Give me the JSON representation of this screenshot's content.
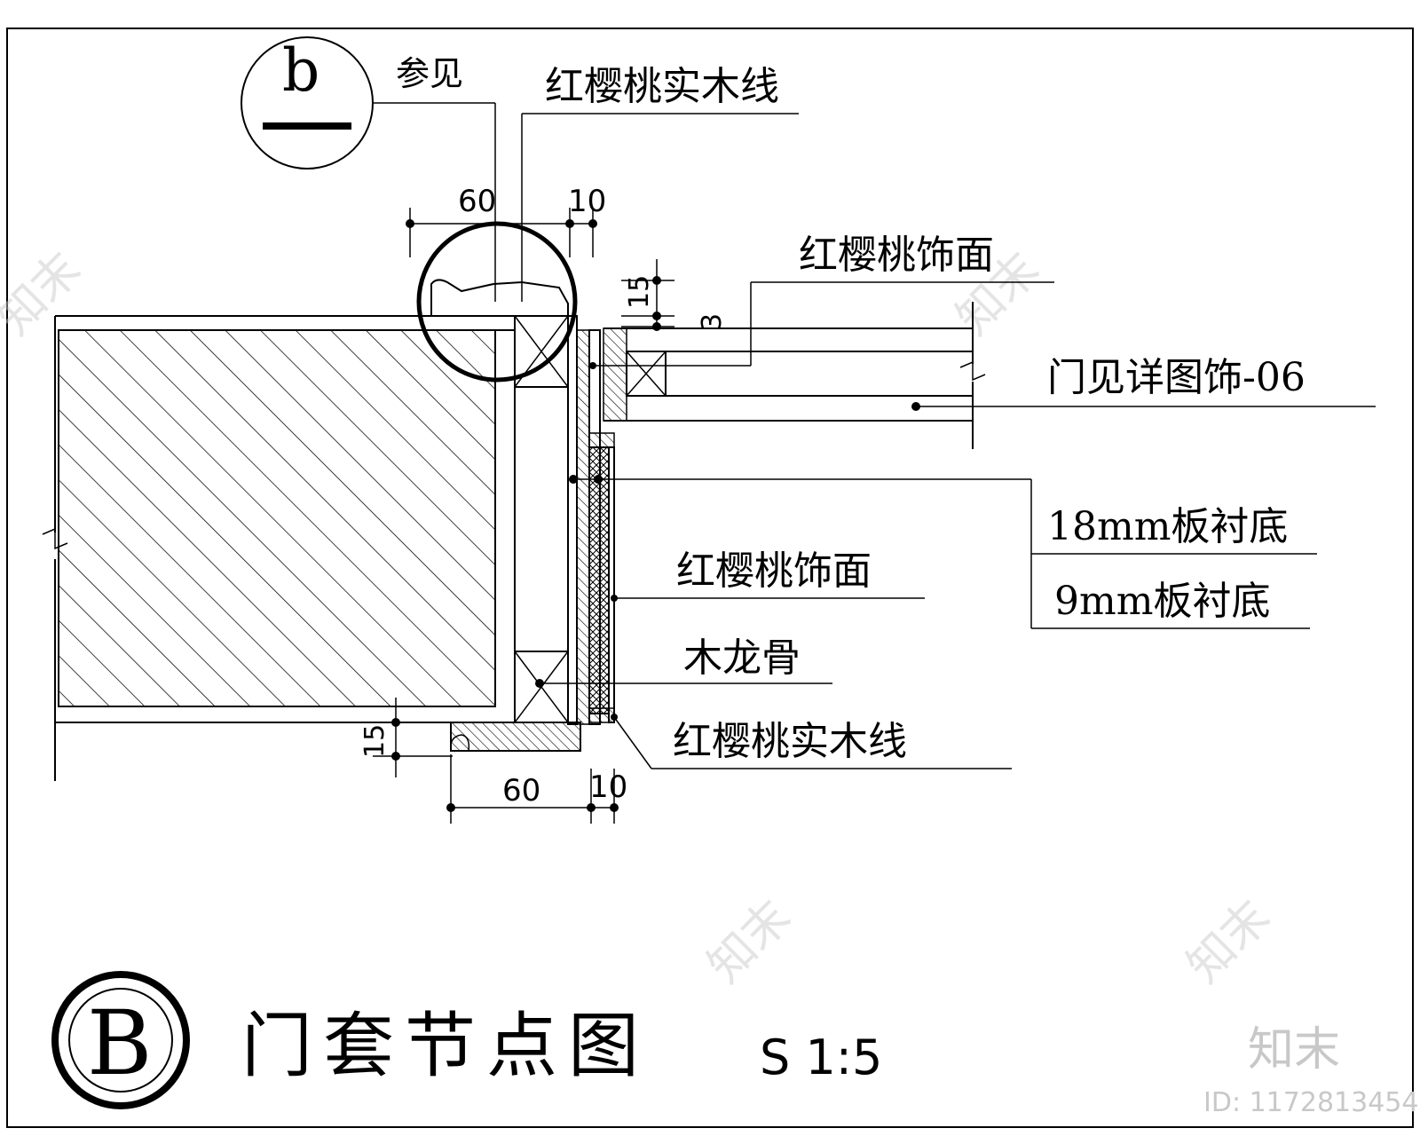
{
  "labels": {
    "ref_see": "参见",
    "solid_wood_line_top": "红樱桃实木线",
    "veneer_top": "红樱桃饰面",
    "door_detail_ref": "门见详图饰-06",
    "board_18mm": "18mm板衬底",
    "board_9mm": "9mm板衬底",
    "veneer_mid": "红樱桃饰面",
    "wood_keel": "木龙骨",
    "solid_wood_line_bottom": "红樱桃实木线"
  },
  "dimensions": {
    "top_60": "60",
    "top_10": "10",
    "top_15": "15",
    "top_3": "3",
    "bottom_60": "60",
    "bottom_10": "10",
    "bottom_15": "15"
  },
  "reference_symbol": {
    "letter": "b"
  },
  "title_block": {
    "index": "B",
    "title": "门套节点图",
    "scale": "S 1:5"
  },
  "watermark": {
    "brand": "知末",
    "id_text": "ID: 1172813454"
  }
}
